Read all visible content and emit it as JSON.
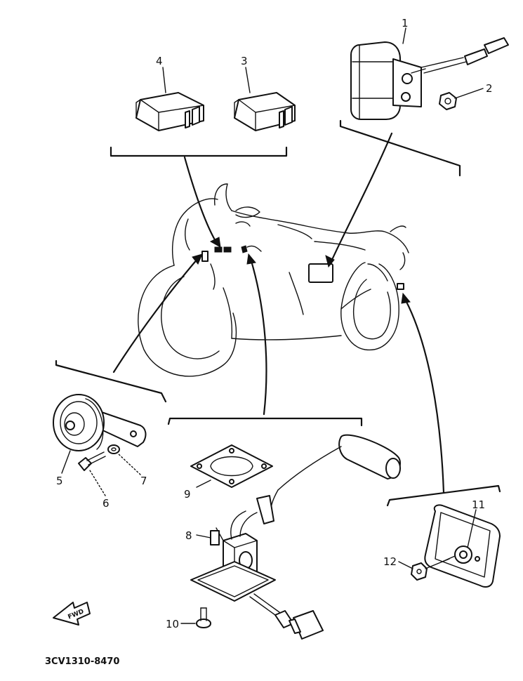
{
  "callouts": [
    {
      "id": "1",
      "label": "1"
    },
    {
      "id": "2",
      "label": "2"
    },
    {
      "id": "3",
      "label": "3"
    },
    {
      "id": "4",
      "label": "4"
    },
    {
      "id": "5",
      "label": "5"
    },
    {
      "id": "6",
      "label": "6"
    },
    {
      "id": "7",
      "label": "7"
    },
    {
      "id": "8",
      "label": "8"
    },
    {
      "id": "9",
      "label": "9"
    },
    {
      "id": "10",
      "label": "10"
    },
    {
      "id": "11",
      "label": "11"
    },
    {
      "id": "12",
      "label": "12"
    }
  ],
  "direction_arrow": {
    "text": "FWD"
  },
  "diagram_code": "3CV1310-8470"
}
